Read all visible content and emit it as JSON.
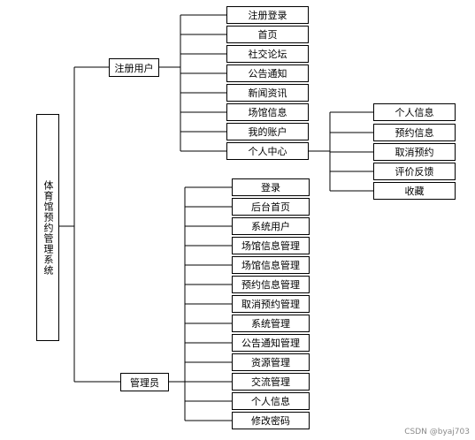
{
  "root": "体育馆预约管理系统",
  "user": {
    "label": "注册用户",
    "items": [
      "注册登录",
      "首页",
      "社交论坛",
      "公告通知",
      "新闻资讯",
      "场馆信息",
      "我的账户",
      "个人中心"
    ]
  },
  "user_center": {
    "items": [
      "个人信息",
      "预约信息",
      "取消预约",
      "评价反馈",
      "收藏"
    ]
  },
  "admin": {
    "label": "管理员",
    "items": [
      "登录",
      "后台首页",
      "系统用户",
      "场馆信息管理",
      "场馆信息管理",
      "预约信息管理",
      "取消预约管理",
      "系统管理",
      "公告通知管理",
      "资源管理",
      "交流管理",
      "个人信息",
      "修改密码"
    ]
  },
  "watermark": "CSDN @byaj703"
}
